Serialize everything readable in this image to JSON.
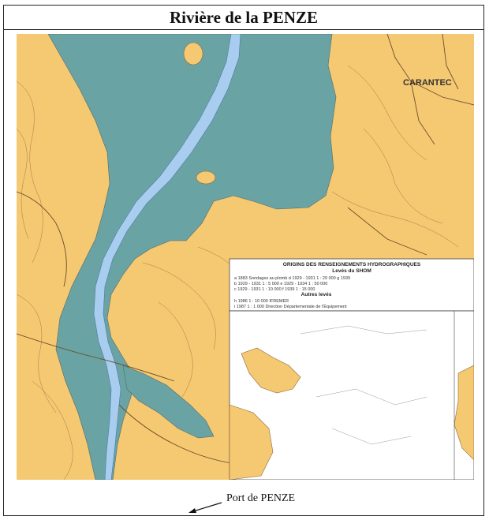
{
  "title": "Rivière de la PENZE",
  "caption": "Port de PENZE",
  "colors": {
    "land": "#f5c872",
    "water": "#6aa3a3",
    "channel": "#a8cdef",
    "contour": "#8a6a3a",
    "road": "#6b4f2a",
    "frame": "#222222"
  },
  "map": {
    "place_labels": {
      "carantec": "CARANTEC"
    },
    "legend": {
      "title": "ORIGINS DES RENSEIGNEMENTS HYDROGRAPHIQUES",
      "subtitle": "Levés du SHOM",
      "lines": [
        "a  1883 Sondages au plomb     d  1929 - 1931   1 : 20 000     g  1939",
        "b  1929 - 1931   1 : 5 000      e  1929 - 1934   1 : 50 000",
        "c  1929 - 1931   1 : 10 000     f  1939          1 : 15 000"
      ],
      "other_title": "Autres levés",
      "other_lines": [
        "h  1986          1 : 10 000     IFREMER",
        "i  1987          1 : 1 000      Direction Départementale de l'Équipement"
      ]
    }
  },
  "icons": [
    "arrow-icon"
  ]
}
